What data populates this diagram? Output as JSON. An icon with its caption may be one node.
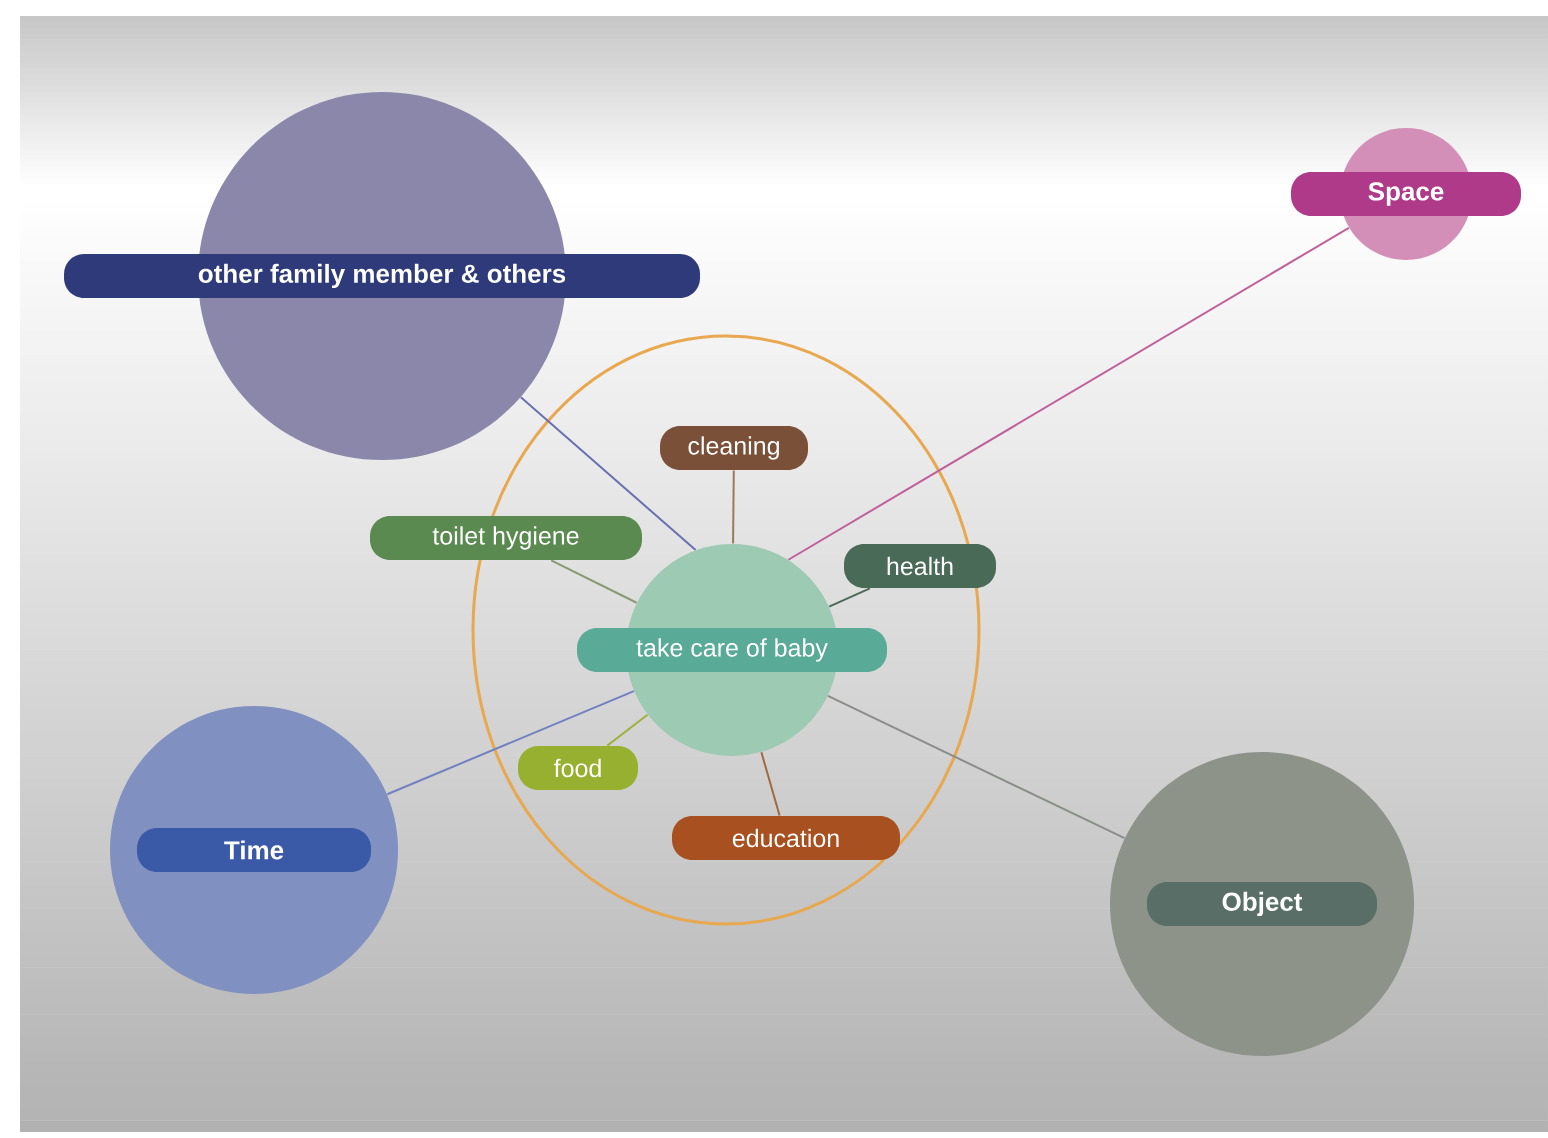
{
  "diagram": {
    "nodes": [
      {
        "text": [
          "other family member & others"
        ]
      },
      {
        "text": [
          "Space"
        ]
      },
      {
        "text": [],
        "shape": "ellipse"
      },
      {
        "text": [
          "take care of baby"
        ],
        "in": 2
      },
      {
        "text": [
          "cleaning"
        ],
        "in": 2
      },
      {
        "text": [
          "toilet hygiene"
        ],
        "in": 2
      },
      {
        "text": [
          "health"
        ],
        "in": 2
      },
      {
        "text": [
          "food"
        ],
        "in": 2
      },
      {
        "text": [
          "education"
        ],
        "in": 2
      },
      {
        "text": [
          "Time"
        ]
      },
      {
        "text": [
          "Object"
        ]
      }
    ],
    "edges": [
      {
        "from": 0,
        "to": 3,
        "arrow": "none",
        "color": "#6a6fb0"
      },
      {
        "from": 1,
        "to": 3,
        "arrow": "none",
        "color": "#c0609a"
      },
      {
        "from": 4,
        "to": 3,
        "arrow": "none",
        "color": "#9a7a5a"
      },
      {
        "from": 5,
        "to": 3,
        "arrow": "none",
        "color": "#8a9a70"
      },
      {
        "from": 6,
        "to": 3,
        "arrow": "none",
        "color": "#4a6a5a"
      },
      {
        "from": 9,
        "to": 3,
        "arrow": "none",
        "color": "#7080c0"
      },
      {
        "from": 7,
        "to": 3,
        "arrow": "none",
        "color": "#a0b040"
      },
      {
        "from": 8,
        "to": 3,
        "arrow": "none",
        "color": "#a06a40"
      },
      {
        "from": 10,
        "to": 3,
        "arrow": "none",
        "color": "#8a8e88"
      }
    ]
  }
}
